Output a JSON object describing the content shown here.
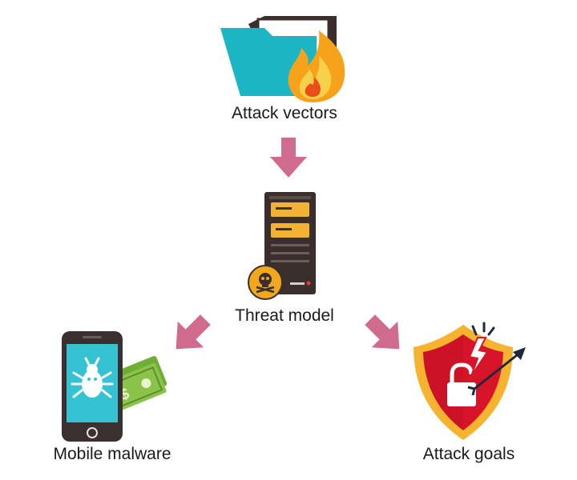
{
  "nodes": {
    "attack_vectors": {
      "label": "Attack vectors",
      "icon": "folder-fire-icon"
    },
    "threat_model": {
      "label": "Threat model",
      "icon": "server-bomb-icon"
    },
    "mobile_malware": {
      "label": "Mobile malware",
      "icon": "phone-bug-money-icon"
    },
    "attack_goals": {
      "label": "Attack goals",
      "icon": "shield-lock-arrow-icon"
    }
  },
  "edges": [
    {
      "from": "attack_vectors",
      "to": "threat_model"
    },
    {
      "from": "threat_model",
      "to": "mobile_malware"
    },
    {
      "from": "threat_model",
      "to": "attack_goals"
    }
  ],
  "colors": {
    "arrow": "#d16b8e",
    "folder": "#1fbccb",
    "flame_outer": "#f7a21b",
    "flame_inner": "#e94e1b",
    "server": "#3a2f2c",
    "server_slot": "#f2b233",
    "bomb": "#f2a81d",
    "phone": "#3a3030",
    "phone_screen": "#35c2d3",
    "money": "#8bc34a",
    "shield_outer": "#f5b330",
    "shield_inner": "#d8142a"
  }
}
